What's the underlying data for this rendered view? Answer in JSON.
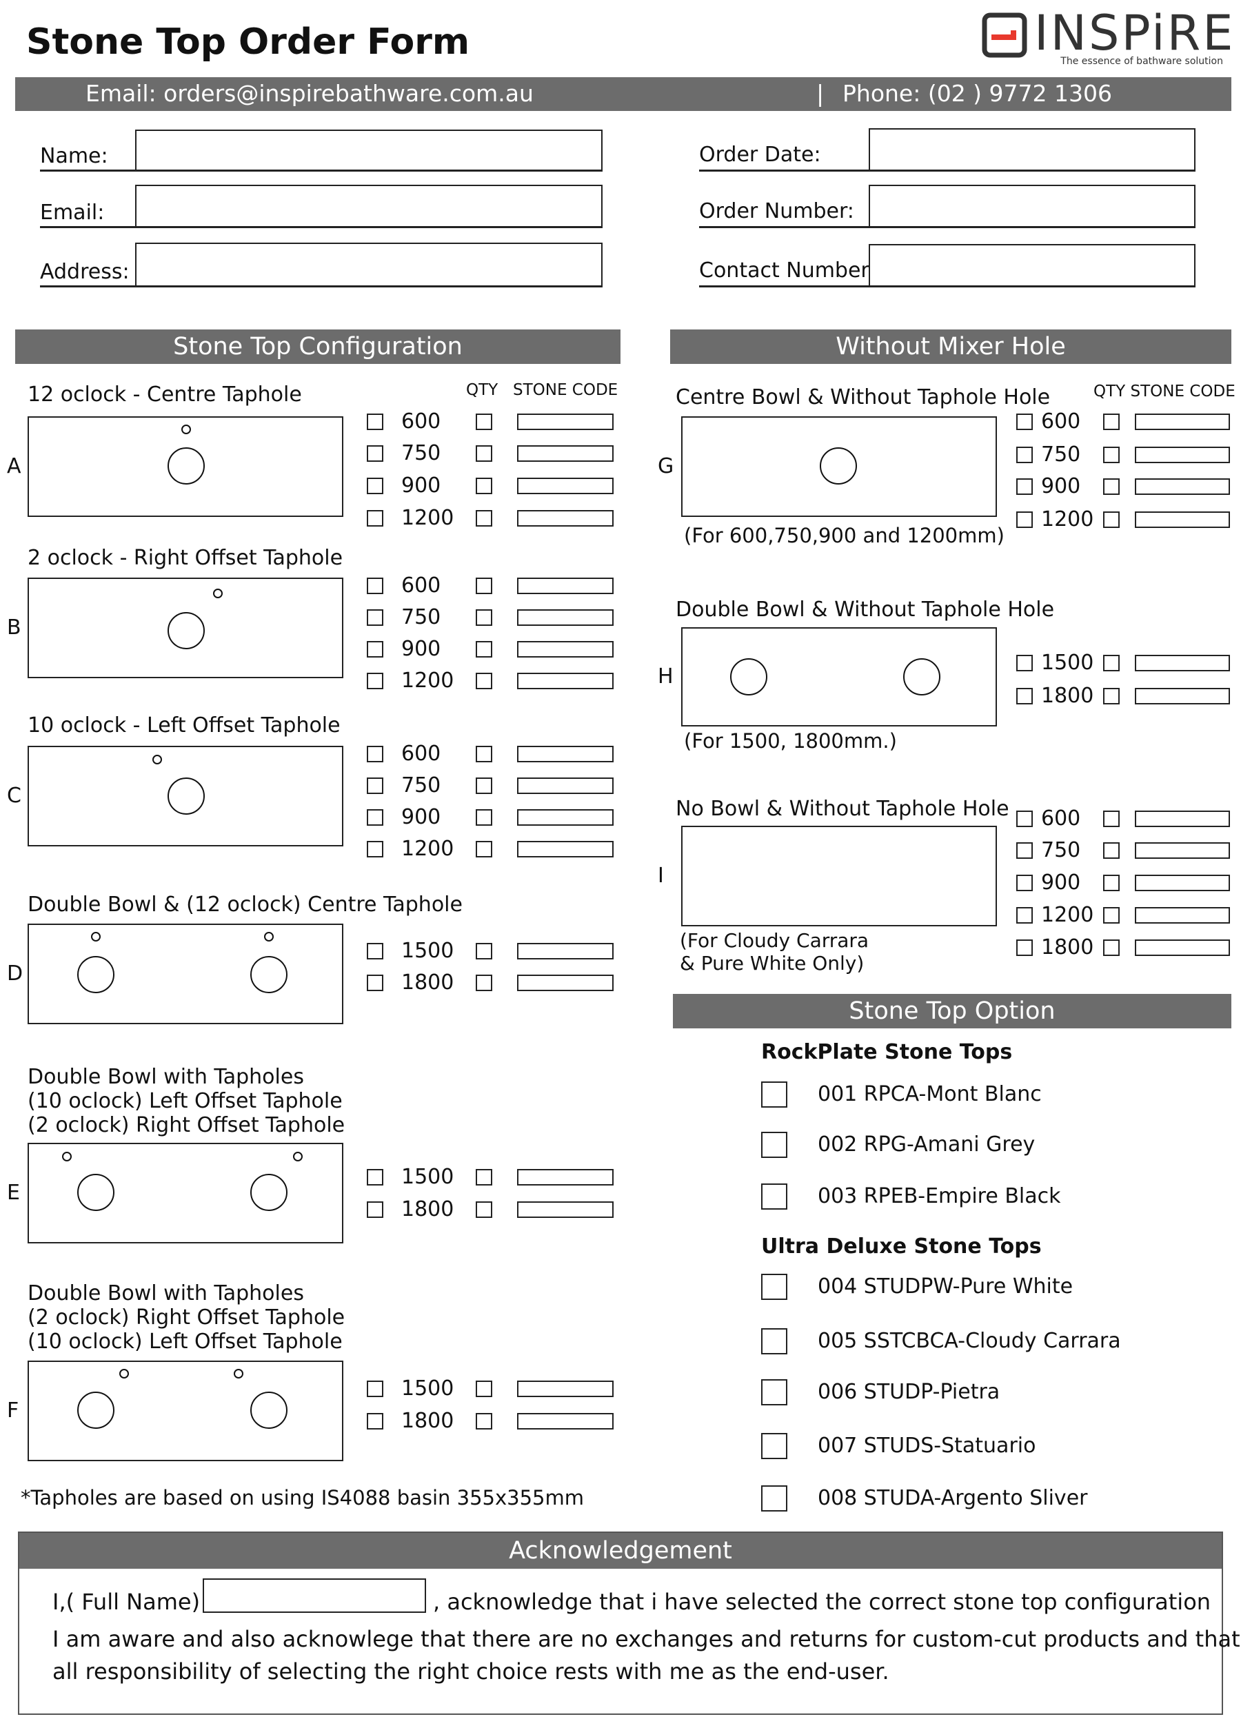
{
  "header": {
    "title": "Stone Top Order Form",
    "logo_text": "INSPiRE",
    "logo_tagline": "The essence of bathware solution",
    "email": "Email: orders@inspirebathware.com.au",
    "separator": "|",
    "phone": "Phone: (02 ) 9772 1306"
  },
  "fields": {
    "name": "Name:",
    "email": "Email:",
    "address": "Address:",
    "order_date": "Order Date:",
    "order_number": "Order Number:",
    "contact_number": "Contact Number:"
  },
  "left": {
    "title": "Stone Top  Configuration",
    "qty": "QTY",
    "code": "STONE CODE",
    "sections": [
      {
        "letter": "A",
        "title": "12 oclock - Centre Taphole",
        "sizes": [
          "600",
          "750",
          "900",
          "1200"
        ]
      },
      {
        "letter": "B",
        "title": "2 oclock - Right Offset Taphole",
        "sizes": [
          "600",
          "750",
          "900",
          "1200"
        ]
      },
      {
        "letter": "C",
        "title": "10 oclock - Left Offset Taphole",
        "sizes": [
          "600",
          "750",
          "900",
          "1200"
        ]
      },
      {
        "letter": "D",
        "title": "Double Bowl & (12 oclock) Centre Taphole",
        "sizes": [
          "1500",
          "1800"
        ]
      },
      {
        "letter": "E",
        "title": [
          "Double Bowl with Tapholes",
          "(10 oclock) Left Offset Taphole",
          "(2 oclock) Right Offset Taphole"
        ],
        "sizes": [
          "1500",
          "1800"
        ]
      },
      {
        "letter": "F",
        "title": [
          "Double Bowl with Tapholes",
          "(2 oclock) Right Offset Taphole",
          "(10 oclock) Left Offset Taphole"
        ],
        "sizes": [
          "1500",
          "1800"
        ]
      }
    ],
    "footnote": "*Tapholes are based on using IS4088 basin 355x355mm"
  },
  "right": {
    "title": "Without Mixer Hole",
    "qty_code": "QTY STONE CODE",
    "sections": [
      {
        "letter": "G",
        "title": "Centre Bowl & Without Taphole Hole",
        "note": "(For 600,750,900 and 1200mm)",
        "sizes": [
          "600",
          "750",
          "900",
          "1200"
        ]
      },
      {
        "letter": "H",
        "title": "Double Bowl & Without Taphole Hole",
        "note": "(For 1500, 1800mm.)",
        "sizes": [
          "1500",
          "1800"
        ]
      },
      {
        "letter": "I",
        "title": "No Bowl & Without Taphole Hole",
        "note": [
          "(For Cloudy Carrara",
          "& Pure White Only)"
        ],
        "sizes": [
          "600",
          "750",
          "900",
          "1200",
          "1800"
        ]
      }
    ]
  },
  "options": {
    "title": "Stone Top Option",
    "groups": [
      {
        "name": "RockPlate Stone Tops",
        "items": [
          "001 RPCA-Mont Blanc",
          "002 RPG-Amani Grey",
          "003 RPEB-Empire Black"
        ]
      },
      {
        "name": "Ultra Deluxe Stone Tops",
        "items": [
          "004 STUDPW-Pure White",
          "005 SSTCBCA-Cloudy Carrara",
          "006 STUDP-Pietra",
          "007 STUDS-Statuario",
          "008 STUDA-Argento Sliver"
        ]
      }
    ]
  },
  "ack": {
    "title": "Acknowledgement",
    "prefix": "I,( Full Name)",
    "suffix": ", acknowledge that i have selected the correct stone top configuration",
    "line2": "I am aware and also acknowlege that there are no exchanges and returns for custom-cut products and that",
    "line3": "all responsibility of selecting the right choice rests with me as the end-user."
  },
  "colors": {
    "bar": "#6c6c6c",
    "logo_red": "#e8392d",
    "logo_dark": "#333333"
  }
}
